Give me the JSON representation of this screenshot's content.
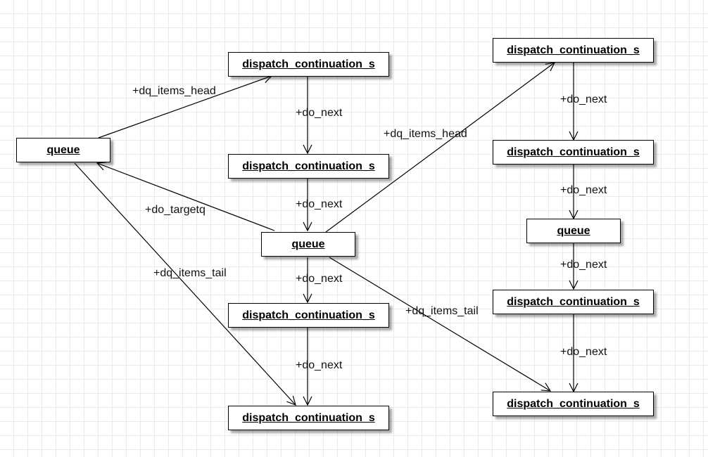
{
  "nodes": {
    "queue_left": "queue",
    "queue_center": "queue",
    "queue_right": "queue",
    "dc_top_center": "dispatch_continuation_s",
    "dc_mid_center": "dispatch_continuation_s",
    "dc_lower_center": "dispatch_continuation_s",
    "dc_bottom_center": "dispatch_continuation_s",
    "dc_top_right": "dispatch_continuation_s",
    "dc_second_right": "dispatch_continuation_s",
    "dc_fourth_right": "dispatch_continuation_s",
    "dc_bottom_right": "dispatch_continuation_s"
  },
  "edges": {
    "left_head": "+dq_items_head",
    "left_tail": "+dq_items_tail",
    "center_targetq": "+do_targetq",
    "center_head": "+dq_items_head",
    "center_tail": "+dq_items_tail",
    "c_next_1": "+do_next",
    "c_next_2": "+do_next",
    "c_next_3": "+do_next",
    "c_next_4": "+do_next",
    "r_next_1": "+do_next",
    "r_next_2": "+do_next",
    "r_next_3": "+do_next",
    "r_next_4": "+do_next"
  }
}
